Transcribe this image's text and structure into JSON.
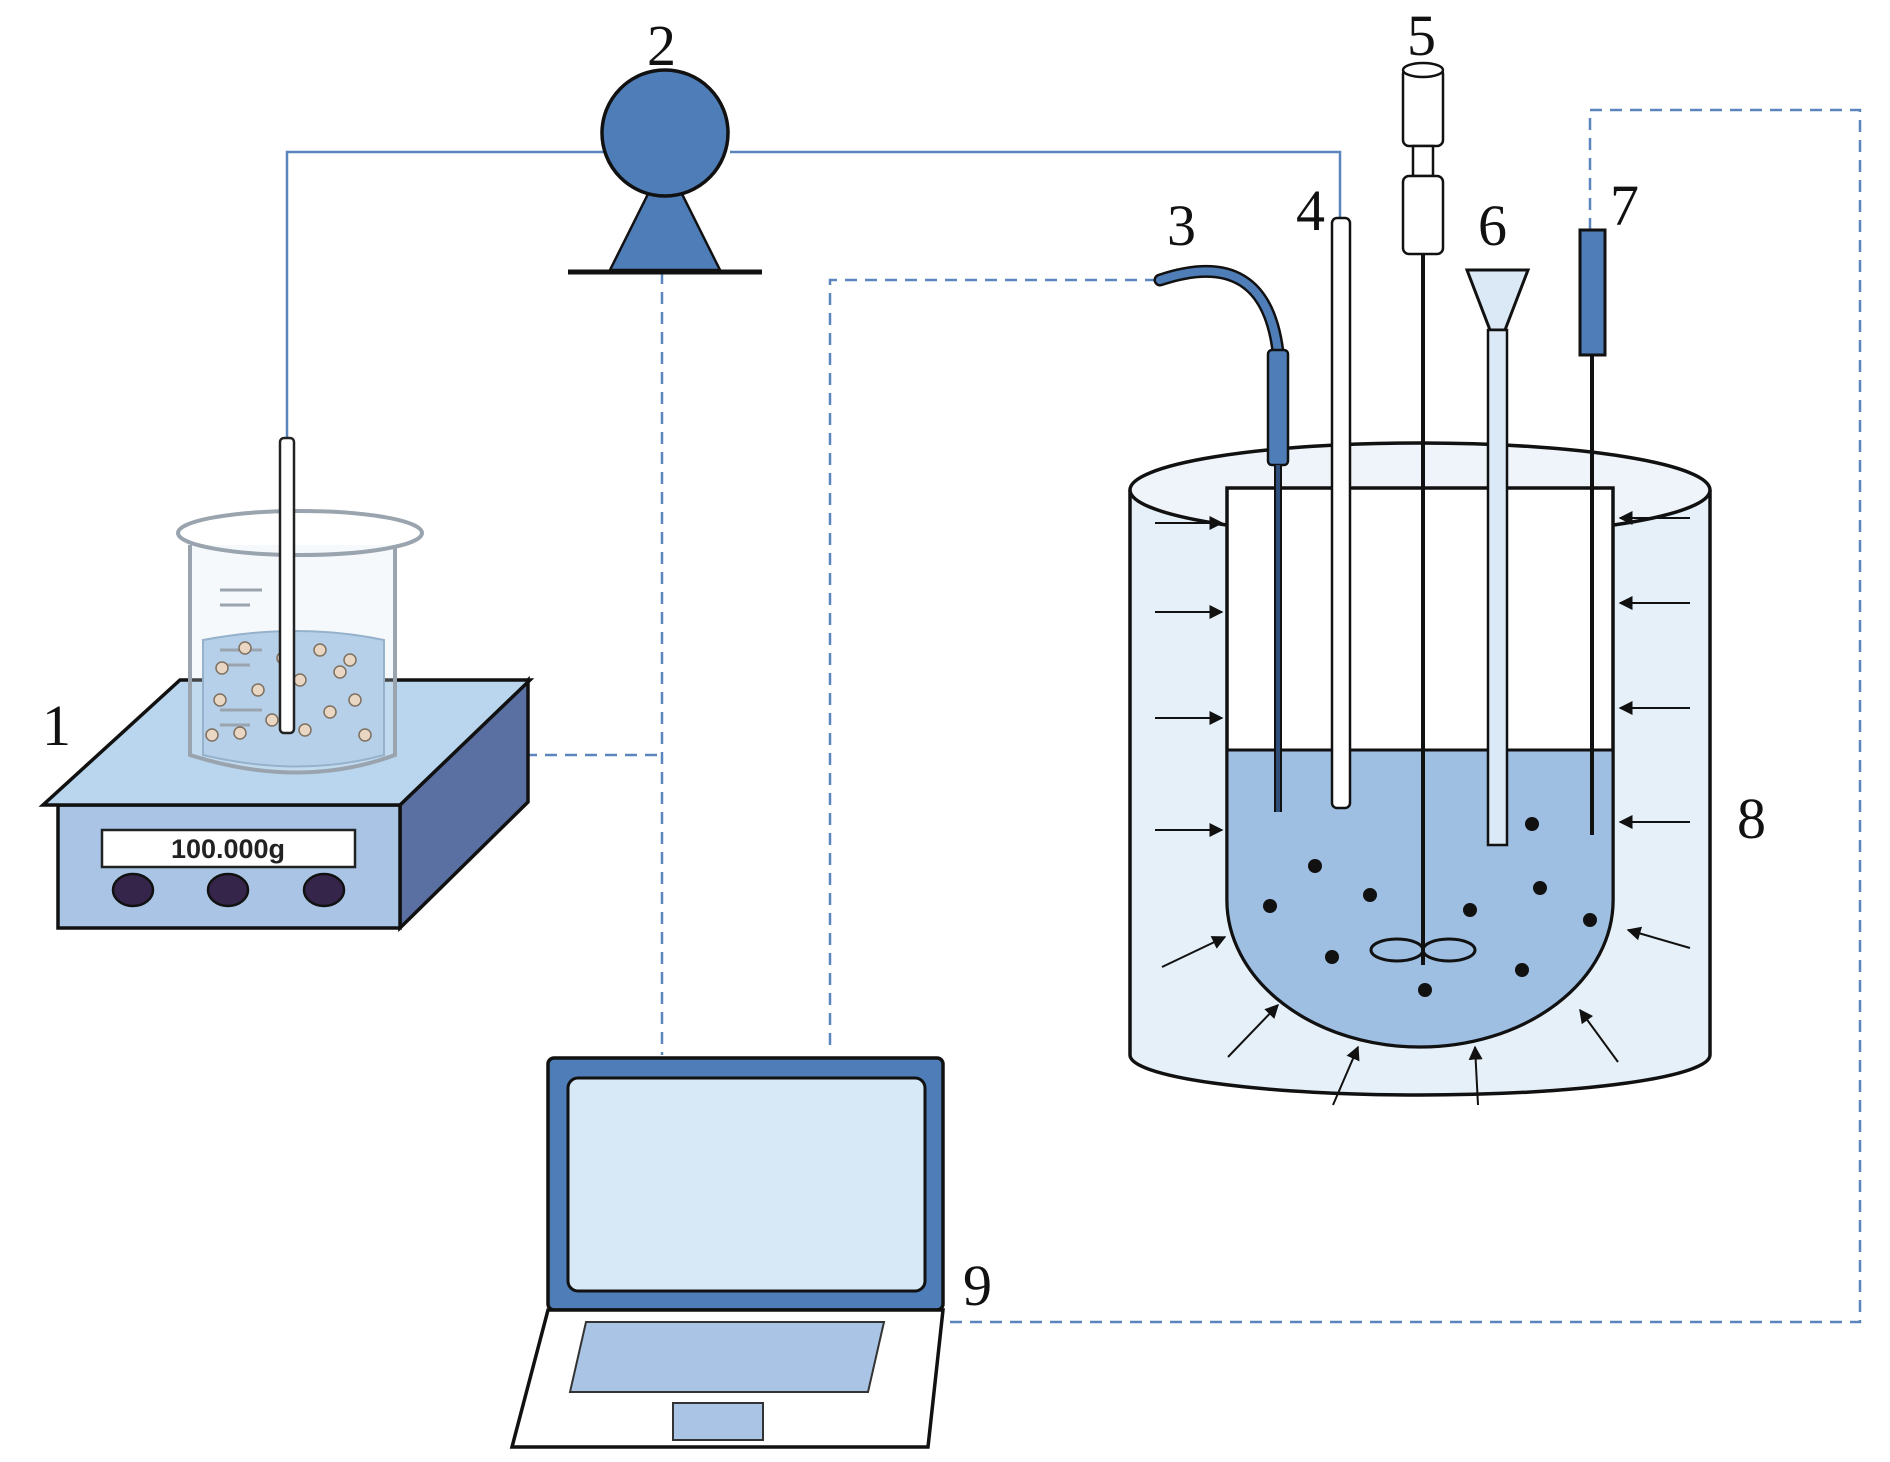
{
  "labels": {
    "balance": "1",
    "pump": "2",
    "probe": "3",
    "thermometer": "4",
    "stirrer": "5",
    "funnel": "6",
    "electrode": "7",
    "jacket": "8",
    "computer": "9"
  },
  "balance": {
    "display": "100.000g"
  },
  "colors": {
    "wire": "#5a86bd",
    "device_blue": "#4f7db8",
    "panel": "#a9c4e5",
    "light_fill": "#dbe9f6",
    "liquid": "#9ebfe2",
    "screen": "#d7e8f6"
  }
}
